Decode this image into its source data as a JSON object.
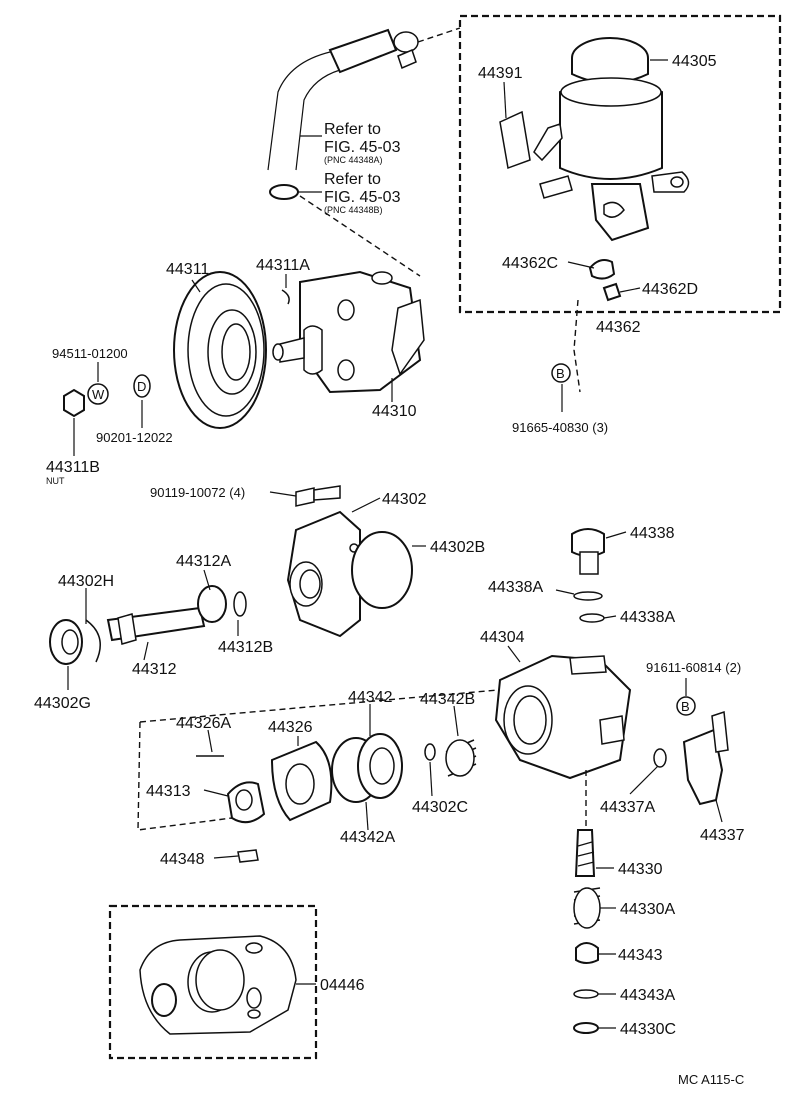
{
  "labels": {
    "p44305": "44305",
    "p44391": "44391",
    "refer_a_line1": "Refer to",
    "refer_a_line2": "FIG. 45-03",
    "refer_a_pnc": "(PNC 44348A)",
    "refer_b_line1": "Refer to",
    "refer_b_line2": "FIG. 45-03",
    "refer_b_pnc": "(PNC 44348B)",
    "p44311": "44311",
    "p44311A": "44311A",
    "p44362C": "44362C",
    "p44362D": "44362D",
    "p44362": "44362",
    "p94511": "94511-01200",
    "washer_w": "W",
    "washer_d": "D",
    "p90201": "90201-12022",
    "p44310": "44310",
    "p91665": "91665-40830 (3)",
    "circle_b1": "B",
    "p44311B": "44311B",
    "nut": "NUT",
    "p90119": "90119-10072 (4)",
    "p44302": "44302",
    "p44302B": "44302B",
    "p44338": "44338",
    "p44338A_1": "44338A",
    "p44338A_2": "44338A",
    "p44312A": "44312A",
    "p44302H": "44302H",
    "p44312B": "44312B",
    "p44312": "44312",
    "p44302G": "44302G",
    "p44304": "44304",
    "p91611": "91611-60814 (2)",
    "circle_b2": "B",
    "p44342": "44342",
    "p44342B": "44342B",
    "p44326A": "44326A",
    "p44326": "44326",
    "p44313": "44313",
    "p44302C": "44302C",
    "p44337A": "44337A",
    "p44337": "44337",
    "p44342A": "44342A",
    "p44348": "44348",
    "p44330": "44330",
    "p44330A": "44330A",
    "p44343": "44343",
    "p44343A": "44343A",
    "p44330C": "44330C",
    "p04446": "04446",
    "footer": "MC  A115-C"
  }
}
